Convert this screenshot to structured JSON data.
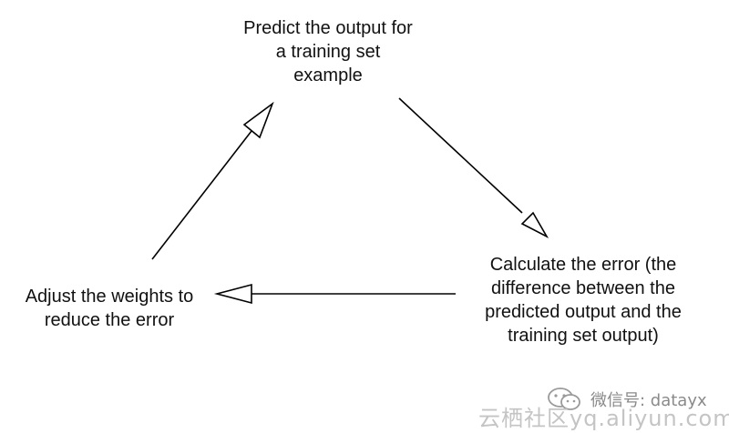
{
  "diagram": {
    "nodes": {
      "predict": {
        "lines": [
          "Predict the output for",
          "a training set",
          "example"
        ]
      },
      "calculate": {
        "lines": [
          "Calculate the error (the",
          "difference between the",
          "predicted output and the",
          "training set output)"
        ]
      },
      "adjust": {
        "lines": [
          "Adjust the weights to",
          "reduce the error"
        ]
      }
    },
    "arrows": [
      {
        "from": "predict",
        "to": "calculate"
      },
      {
        "from": "calculate",
        "to": "adjust"
      },
      {
        "from": "adjust",
        "to": "predict"
      }
    ],
    "arrow_color": "#000000"
  },
  "watermark": {
    "wechat": "微信号: datayx",
    "aliyun": "云栖社区yq.aliyun.com",
    "icon": "wechat-icon"
  }
}
